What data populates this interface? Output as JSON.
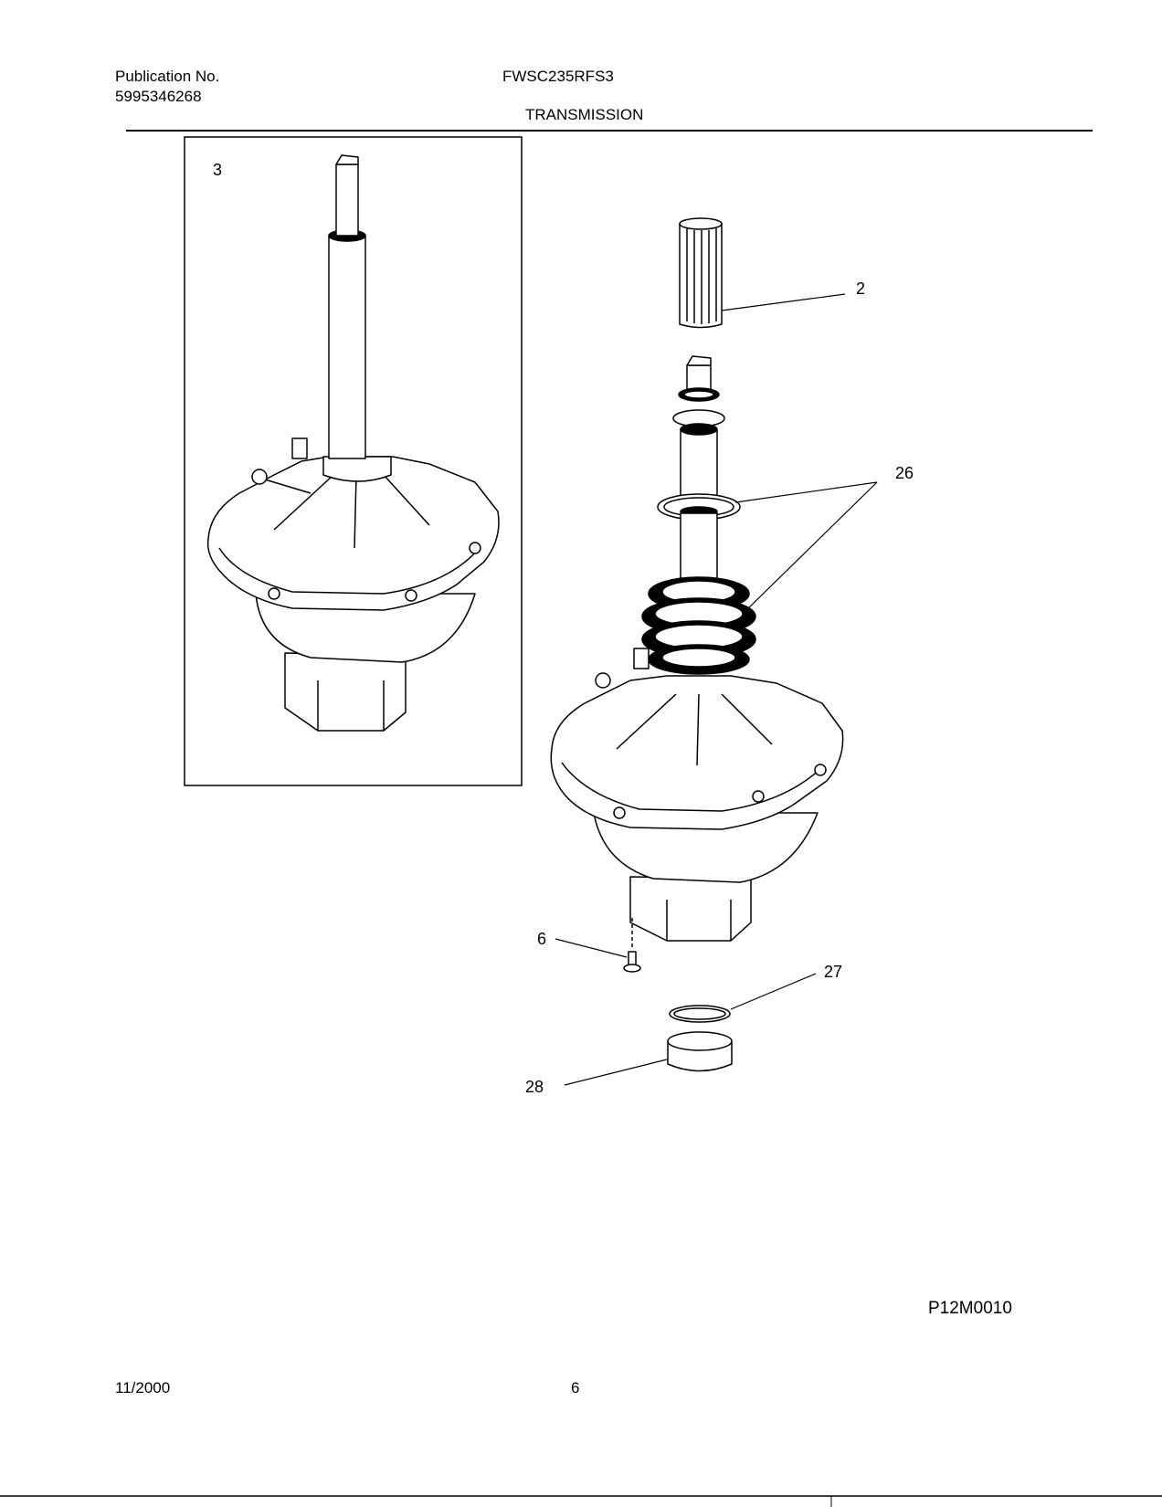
{
  "header": {
    "publication_label": "Publication No.",
    "publication_number": "5995346268",
    "model": "FWSC235RFS3",
    "section_title": "TRANSMISSION"
  },
  "diagram": {
    "inset_callout": "3",
    "callouts": {
      "c2": "2",
      "c26": "26",
      "c6": "6",
      "c27": "27",
      "c28": "28"
    },
    "drawing_code": "P12M0010"
  },
  "footer": {
    "date": "11/2000",
    "page_number": "6"
  }
}
